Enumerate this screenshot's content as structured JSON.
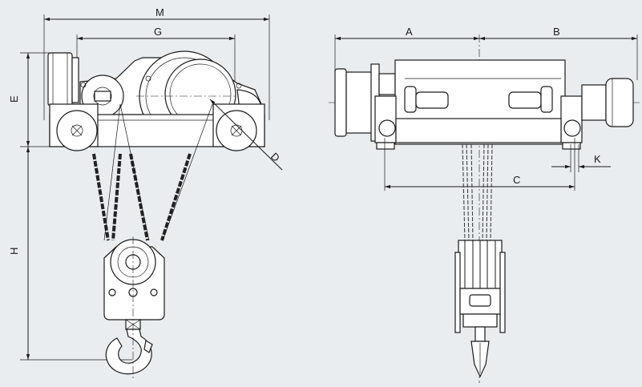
{
  "side_view": {
    "dim_labels": {
      "M": "M",
      "G": "G",
      "E": "E",
      "H": "H",
      "D": "D"
    }
  },
  "front_view": {
    "dim_labels": {
      "A": "A",
      "B": "B",
      "C": "C",
      "K": "K"
    }
  },
  "colors": {
    "background": "#e9edf0",
    "line": "#1a1a1a",
    "part_fill": "#ffffff"
  }
}
